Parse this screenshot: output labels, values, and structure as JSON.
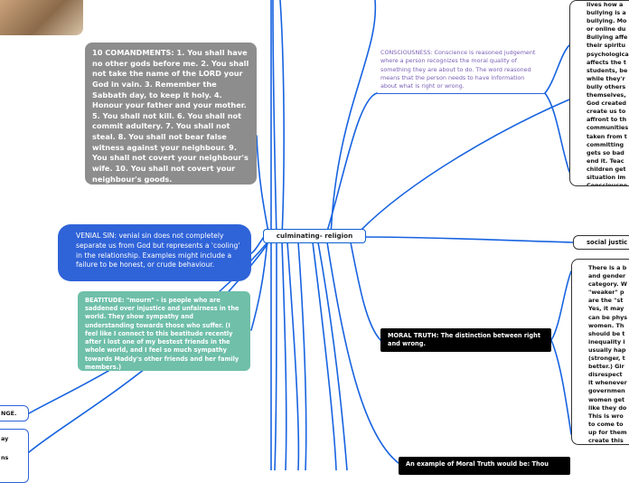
{
  "center": {
    "label": "culminating- religion"
  },
  "commandments": {
    "text": "10 COMANDMENTS: 1. You shall have no other gods before me. 2. You shall not take the name of the LORD your God in vain. 3. Remember the Sabbath day, to keep it holy. 4. Honour your father and your mother. 5. You shall not kill. 6. You shall not commit adultery. 7. You shall not steal. 8. You shall not bear false witness against your neighbour. 9. You shall not covert your neighbour's wife. 10. You shall not covert your neighbour's goods."
  },
  "venial_sin": {
    "text": "VENIAL SIN: venial sin does not completely separate us from God but represents a 'cooling' in the relationship. Examples might include a failure to be honest, or crude behaviour."
  },
  "beatitude": {
    "text": "BEATITUDE: \"mourn\" - is people who are saddened over injustice and unfairness in the world. They show sympathy and understanding towards those who suffer. (I feel like I connect to this beatitude recently after i lost one of my bestest friends in the whole world, and I feel so much sympathy towards Maddy's other friends and her family members.)"
  },
  "consciousness": {
    "text": "CONSCIOUSNESS: Conscience is reasoned judgement where a person recognizes the moral quality of something they are about to do. The word reasoned means that the person needs to have information about what is right or wrong."
  },
  "bullying_note": {
    "text": "lives how a\nbullying is a\nbullying. Mo\nor online du\nBullying affe\ntheir spiritu\npsychologica\naffects the t\nstudents, be\nwhile they'r\nbully others\nthemselves,\nGod created\ncreate us to\naffront to th\ncommunities\ntaken from t\ncommitting\ngets so bad\nend it. Teac\nchildren get\nsituation im\nConsciousne\nbullying has"
  },
  "social_justice": {
    "label": "social justic"
  },
  "inequality_note": {
    "text": "There is a b\nand gender\ncategory. W\n\"weaker\" p\nare the \"st\nYes, it may\ncan be phys\nwomen. Th\nshould be t\ninequality i\nusually hap\n(stronger, t\nbetter.) Gir\ndisrespect\nit whenever\ngovernmen\nwomen get\nlike they do\nThis is wro\nto come to\nup for them\ncreate this\nhappen."
  },
  "moral_truth": {
    "text": "MORAL TRUTH: The distinction between right and wrong."
  },
  "moral_truth_example": {
    "text": "An example of Moral Truth would be: Thou"
  },
  "left_edge": {
    "top_label": "NGE.",
    "lower_text": "ay\n\nns"
  }
}
